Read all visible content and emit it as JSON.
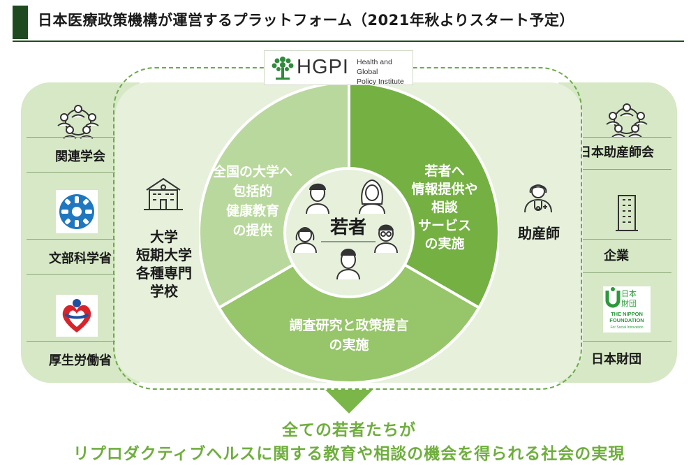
{
  "header": {
    "title": "日本医療政策機構が運営するプラットフォーム（2021年秋よりスタート予定）"
  },
  "hgpi": {
    "name": "HGPI",
    "subtitle": "Health and Global\nPolicy Institute"
  },
  "left_panel": {
    "items": [
      "関連学会",
      "文部科学省",
      "厚生労働省"
    ]
  },
  "right_panel": {
    "items": [
      "日本助産師会",
      "企業",
      "日本財団"
    ]
  },
  "nippon_foundation_logo": {
    "line1": "日本",
    "line2": "財団",
    "line3": "THE NIPPON",
    "line4": "FOUNDATION",
    "line5": "For Social Innovation"
  },
  "left_mid": {
    "label": "大学\n短期大学\n各種専門\n学校"
  },
  "right_mid": {
    "label": "助産師"
  },
  "wheel": {
    "center": "若者",
    "segments": [
      "全国の大学へ\n包括的\n健康教育\nの提供",
      "若者へ\n情報提供や\n相談\nサービス\nの実施",
      "調査研究と政策提言\nの実施"
    ]
  },
  "colors": {
    "dark_green": "#1f4a20",
    "accent_green": "#7ab648",
    "text_green": "#6fae3d",
    "panel_light": "#d6e8c5"
  },
  "bottom": {
    "line1": "全ての若者たちが",
    "line2": "リプロダクティブヘルスに関する教育や相談の機会を得られる社会の実現"
  }
}
